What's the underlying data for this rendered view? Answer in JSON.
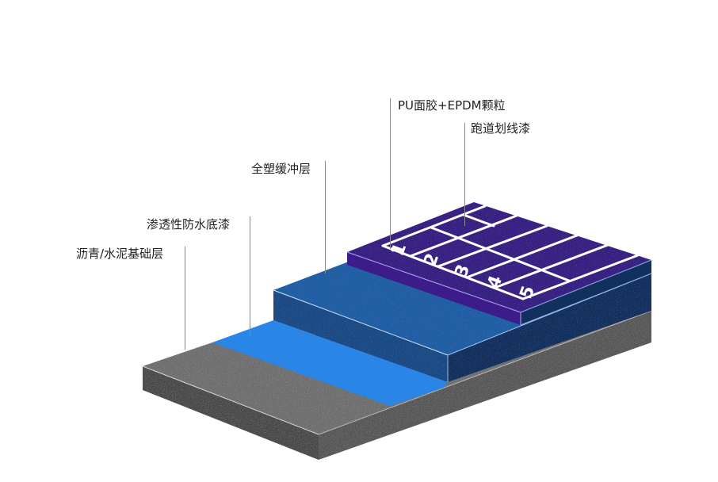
{
  "diagram": {
    "type": "layered-cross-section",
    "subject": "PU running track structure",
    "layers": [
      {
        "id": "base",
        "label": "沥青/水泥基础层",
        "color": "#5f5f5f"
      },
      {
        "id": "primer",
        "label": "渗透性防水底漆",
        "color": "#2a86e6"
      },
      {
        "id": "cushion",
        "label": "全塑缓冲层",
        "color": "#1d5aa0"
      },
      {
        "id": "surface",
        "label": "PU面胶+EPDM颗粒",
        "color": "#351a82"
      },
      {
        "id": "lines",
        "label": "跑道划线漆",
        "color": "#ffffff"
      }
    ],
    "lane_numbers": [
      "1",
      "2",
      "3",
      "4",
      "5"
    ]
  },
  "colors": {
    "base_top": "#6a6a6a",
    "base_front": "#4a4a4a",
    "base_side": "#555555",
    "primer": "#2a86e6",
    "cushion_top": "#1e5da3",
    "cushion_front": "#164a85",
    "cushion_side": "#0f2f5e",
    "surface_top": "#351a82",
    "surface_front": "#3c1c8a",
    "surface_side": "#11305c",
    "line": "#ffffff",
    "leader": "#8a8a8a"
  }
}
